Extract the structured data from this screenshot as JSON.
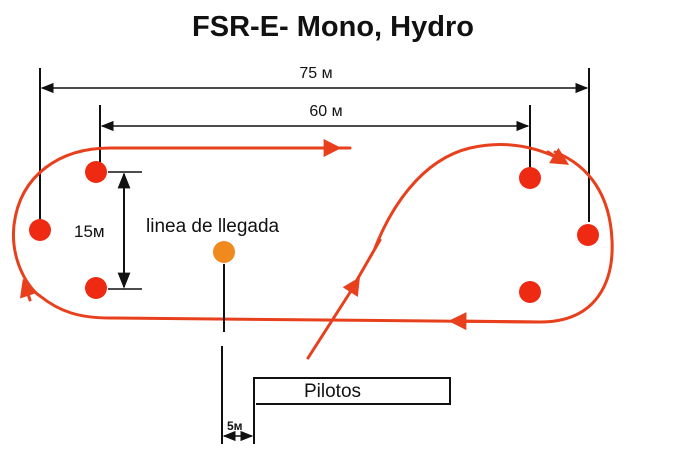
{
  "title": "FSR-E- Mono, Hydro",
  "dimensions": {
    "outer_width": "75 м",
    "inner_width": "60 м",
    "buoy_gap": "15м",
    "pilots_offset": "5м"
  },
  "labels": {
    "finish_line": "linea de llegada",
    "pilots_area": "Pilotos"
  },
  "colors": {
    "course": "#e8401c",
    "buoy": "#ee2a12",
    "finish_buoy": "#f08a1e",
    "lines": "#111111"
  }
}
